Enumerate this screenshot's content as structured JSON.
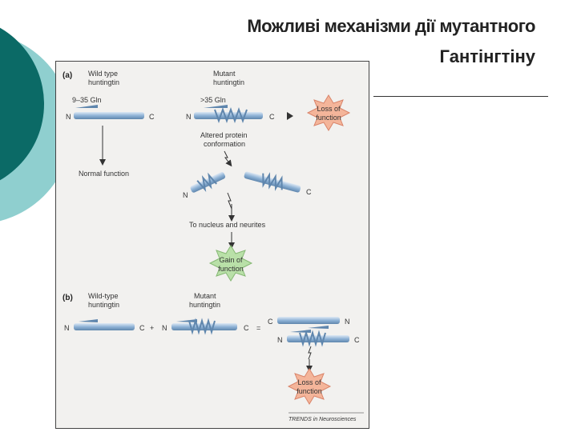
{
  "slide": {
    "title_line1": "Можливі механізми дії мутантного",
    "title_line2": "Гантінгтіну"
  },
  "figure": {
    "panel_a": {
      "tag": "(a)",
      "wt_label_1": "Wild type",
      "wt_label_2": "huntingtin",
      "wt_gln": "9–35 Gln",
      "mut_label_1": "Mutant",
      "mut_label_2": "huntingtin",
      "mut_gln": ">35 Gln",
      "n_term": "N",
      "c_term": "C",
      "loss_1": "Loss of",
      "loss_2": "function",
      "altered_1": "Altered protein",
      "altered_2": "conformation",
      "normal": "Normal function",
      "nucleus": "To nucleus and neurites",
      "gain_1": "Gain of",
      "gain_2": "function"
    },
    "panel_b": {
      "tag": "(b)",
      "wt_label_1": "Wild-type",
      "wt_label_2": "huntingtin",
      "mut_label_1": "Mutant",
      "mut_label_2": "huntingtin",
      "plus": "+",
      "equals": "=",
      "loss_1": "Loss of",
      "loss_2": "function"
    },
    "credit": "TRENDS in Neurosciences",
    "colors": {
      "protein": "#8fb3d6",
      "loss_star": "#f4b59a",
      "gain_star": "#b9e0a8",
      "teal": "#0d6b66"
    }
  }
}
